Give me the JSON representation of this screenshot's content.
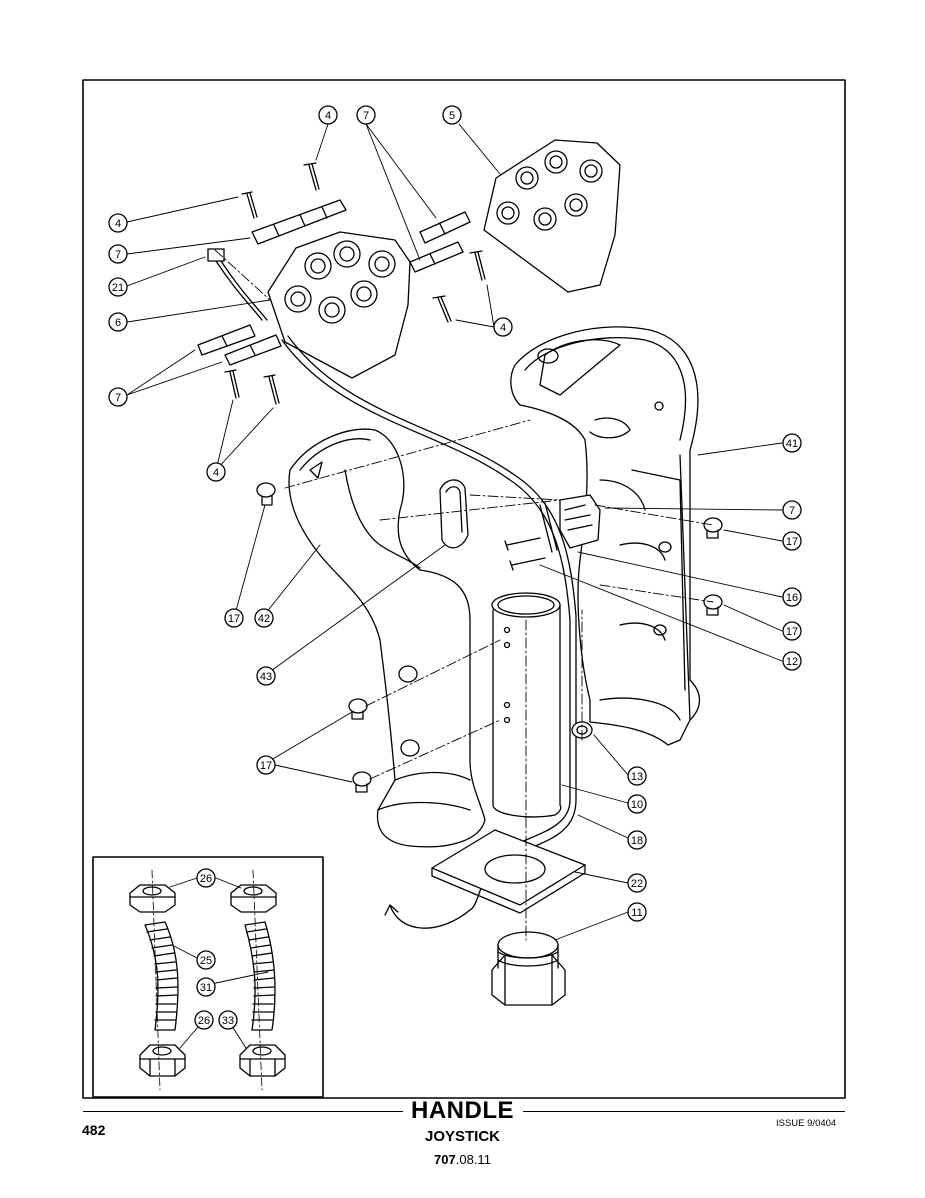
{
  "title": "HANDLE",
  "subtitle": "JOYSTICK",
  "reference_bold": "707",
  "reference_rest": ".08.11",
  "page_number": "482",
  "issue": "ISSUE 9/0404",
  "callouts": [
    {
      "id": "c4a",
      "text": "4"
    },
    {
      "id": "c7a",
      "text": "7"
    },
    {
      "id": "c5",
      "text": "5"
    },
    {
      "id": "c4b",
      "text": "4"
    },
    {
      "id": "c7b",
      "text": "7"
    },
    {
      "id": "c21",
      "text": "21"
    },
    {
      "id": "c6",
      "text": "6"
    },
    {
      "id": "c4c",
      "text": "4"
    },
    {
      "id": "c7c",
      "text": "7"
    },
    {
      "id": "c4d",
      "text": "4"
    },
    {
      "id": "c41",
      "text": "41"
    },
    {
      "id": "c7d",
      "text": "7"
    },
    {
      "id": "c17a",
      "text": "17"
    },
    {
      "id": "c17b",
      "text": "17"
    },
    {
      "id": "c42",
      "text": "42"
    },
    {
      "id": "c16",
      "text": "16"
    },
    {
      "id": "c17c",
      "text": "17"
    },
    {
      "id": "c12",
      "text": "12"
    },
    {
      "id": "c43",
      "text": "43"
    },
    {
      "id": "c17d",
      "text": "17"
    },
    {
      "id": "c13",
      "text": "13"
    },
    {
      "id": "c10",
      "text": "10"
    },
    {
      "id": "c18",
      "text": "18"
    },
    {
      "id": "c22",
      "text": "22"
    },
    {
      "id": "c11",
      "text": "11"
    },
    {
      "id": "c26a",
      "text": "26"
    },
    {
      "id": "c25",
      "text": "25"
    },
    {
      "id": "c31",
      "text": "31"
    },
    {
      "id": "c26b",
      "text": "26"
    },
    {
      "id": "c33",
      "text": "33"
    }
  ]
}
